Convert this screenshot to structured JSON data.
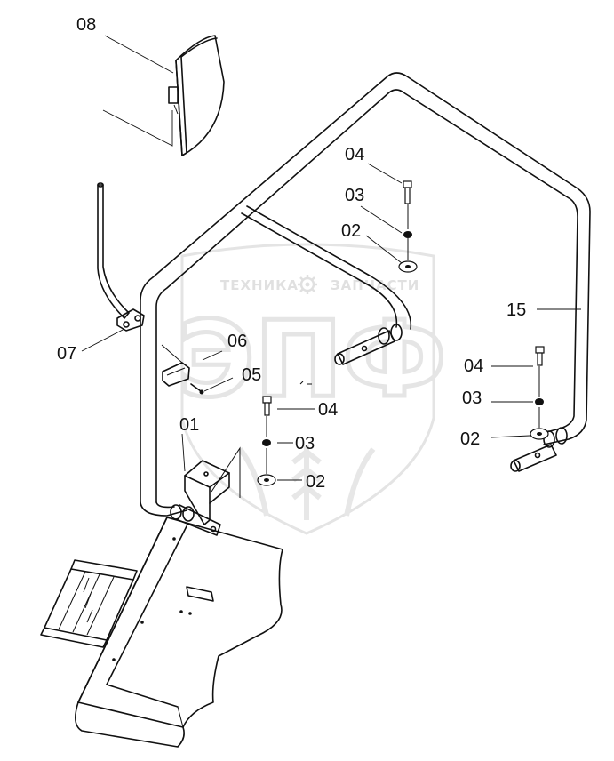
{
  "diagram": {
    "callouts": {
      "c08": "08",
      "c07": "07",
      "c06": "06",
      "c05": "05",
      "c01": "01",
      "c15": "15",
      "c04_top": "04",
      "c03_top": "03",
      "c02_top": "02",
      "c04_mid": "04",
      "c03_mid": "03",
      "c02_mid": "02",
      "c04_right": "04",
      "c03_right": "03",
      "c02_right": "02"
    },
    "watermark": {
      "line1": "ТЕХНИКА",
      "line2": "ЗАПЧАСТИ",
      "logo": "ЭПФ",
      "gear_icon": "gear-icon",
      "color": "#d9d9d9"
    }
  }
}
